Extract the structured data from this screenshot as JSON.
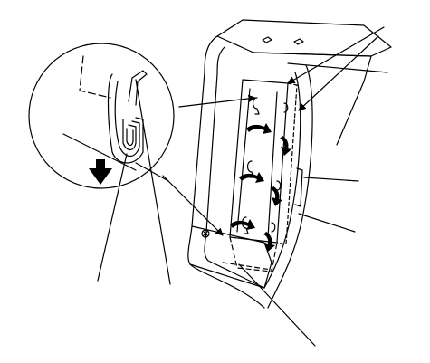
{
  "diagram": {
    "colors": {
      "line": "#000000",
      "background": "#ffffff",
      "arrow_fill": "#000000"
    },
    "icons": {
      "detail_callout": "magnified-circle",
      "push_direction": "down-arrow",
      "clip_motion": "curved-arrow"
    }
  }
}
